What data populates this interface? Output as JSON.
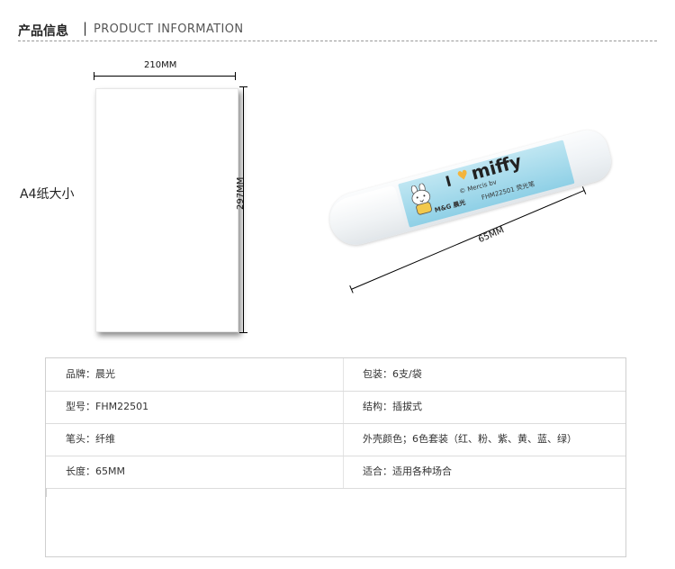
{
  "header": {
    "title_cn": "产品信息",
    "separator": "|",
    "title_en": "PRODUCT INFORMATION"
  },
  "illustration": {
    "paper_label": "A4纸大小",
    "paper_width": "210MM",
    "paper_height": "297MM",
    "pen_length": "65MM",
    "pen_print": {
      "i": "I",
      "heart": "♥",
      "miffy": "miffy",
      "mercis": "© Mercis bv",
      "brand": "M&G 晨光",
      "model": "FHM22501 荧光笔"
    }
  },
  "specs": [
    {
      "left": "品牌：晨光",
      "right": "包装：6支/袋"
    },
    {
      "left": "型号：FHM22501",
      "right": "结构：插拔式"
    },
    {
      "left": "笔头：纤维",
      "right": "外壳颜色；6色套装（红、粉、紫、黄、蓝、绿）"
    },
    {
      "left": "长度：65MM",
      "right": "适合：适用各种场合"
    }
  ]
}
